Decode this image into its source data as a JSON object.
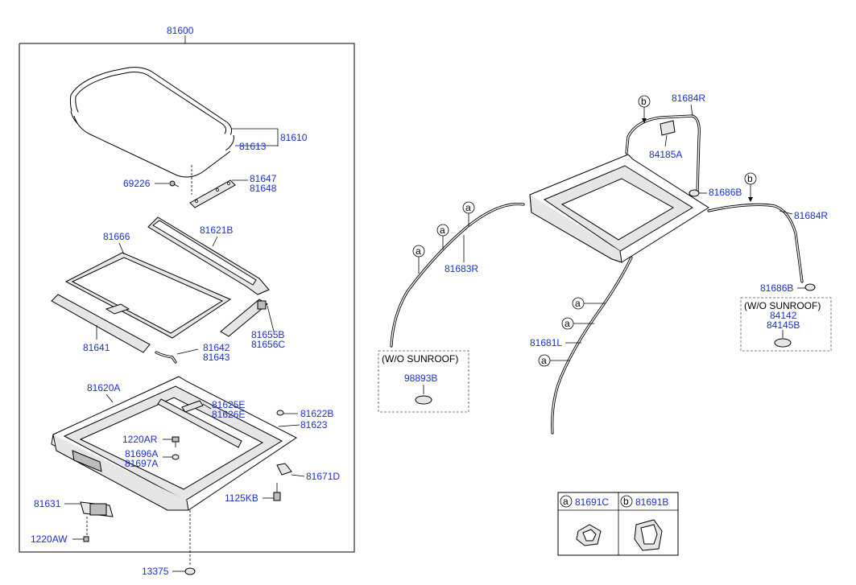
{
  "labels": {
    "l81600": "81600",
    "l81610": "81610",
    "l81613": "81613",
    "l69226": "69226",
    "l81647": "81647",
    "l81648": "81648",
    "l81666": "81666",
    "l81621B": "81621B",
    "l81655B": "81655B",
    "l81656C": "81656C",
    "l81641": "81641",
    "l81642": "81642",
    "l81643": "81643",
    "l81620A": "81620A",
    "l81625E": "81625E",
    "l81626E": "81626E",
    "l81622B": "81622B",
    "l81623": "81623",
    "l1220AR": "1220AR",
    "l81696A": "81696A",
    "l81697A": "81697A",
    "l81671D": "81671D",
    "l1125KB": "1125KB",
    "l81631": "81631",
    "l1220AW": "1220AW",
    "l13375": "13375",
    "l81684R_top": "81684R",
    "l84185A": "84185A",
    "l81686B_top": "81686B",
    "l81684R_right": "81684R",
    "l81683R": "81683R",
    "l81681L": "81681L",
    "l81686B_right": "81686B",
    "l84142": "84142",
    "l84145B": "84145B",
    "l98893B": "98893B",
    "l81691C": "81691C",
    "l81691B": "81691B"
  },
  "notes": {
    "wo_sunroof_left": "(W/O SUNROOF)",
    "wo_sunroof_right": "(W/O SUNROOF)"
  },
  "markers": {
    "a": "a",
    "b": "b"
  }
}
